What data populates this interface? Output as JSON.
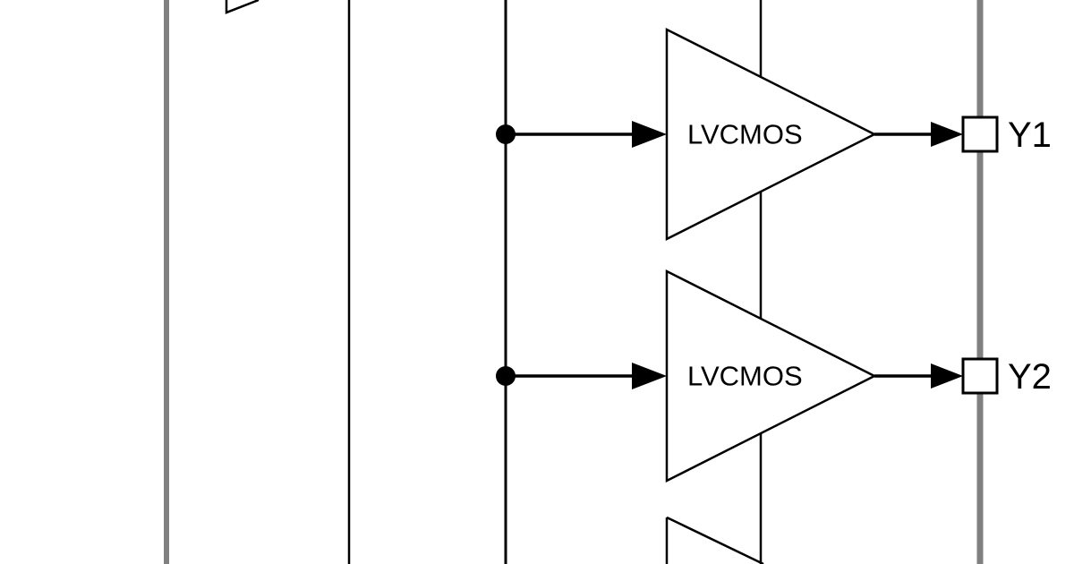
{
  "diagram": {
    "buffers": [
      {
        "label": "LVCMOS"
      },
      {
        "label": "LVCMOS"
      }
    ],
    "pins": [
      {
        "label": "Y1"
      },
      {
        "label": "Y2"
      }
    ]
  },
  "colors": {
    "background": "#ffffff",
    "line": "#000000",
    "chip-border": "#808080",
    "fill": "#ffffff"
  }
}
